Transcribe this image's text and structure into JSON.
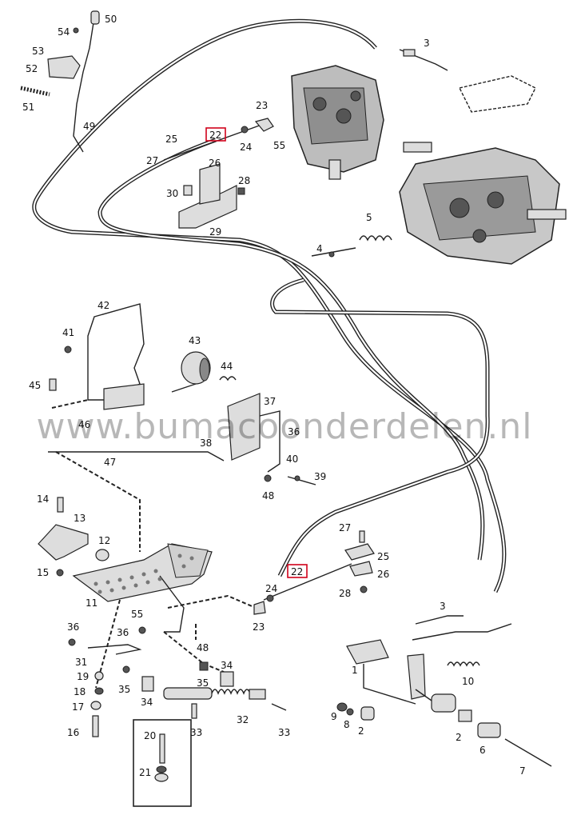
{
  "diagram": {
    "watermark": "www.bumacoonderdelen.nl",
    "callouts": [
      "1",
      "2",
      "3",
      "4",
      "5",
      "6",
      "7",
      "8",
      "9",
      "10",
      "11",
      "12",
      "13",
      "14",
      "15",
      "16",
      "17",
      "18",
      "19",
      "20",
      "21",
      "22",
      "23",
      "24",
      "25",
      "26",
      "27",
      "28",
      "29",
      "30",
      "32",
      "33",
      "34",
      "35",
      "36",
      "37",
      "38",
      "39",
      "40",
      "41",
      "42",
      "43",
      "44",
      "45",
      "46",
      "47",
      "48",
      "49",
      "50",
      "51",
      "52",
      "53",
      "54",
      "55"
    ],
    "highlighted_part": "22",
    "highlight_color": "#d0021b"
  }
}
